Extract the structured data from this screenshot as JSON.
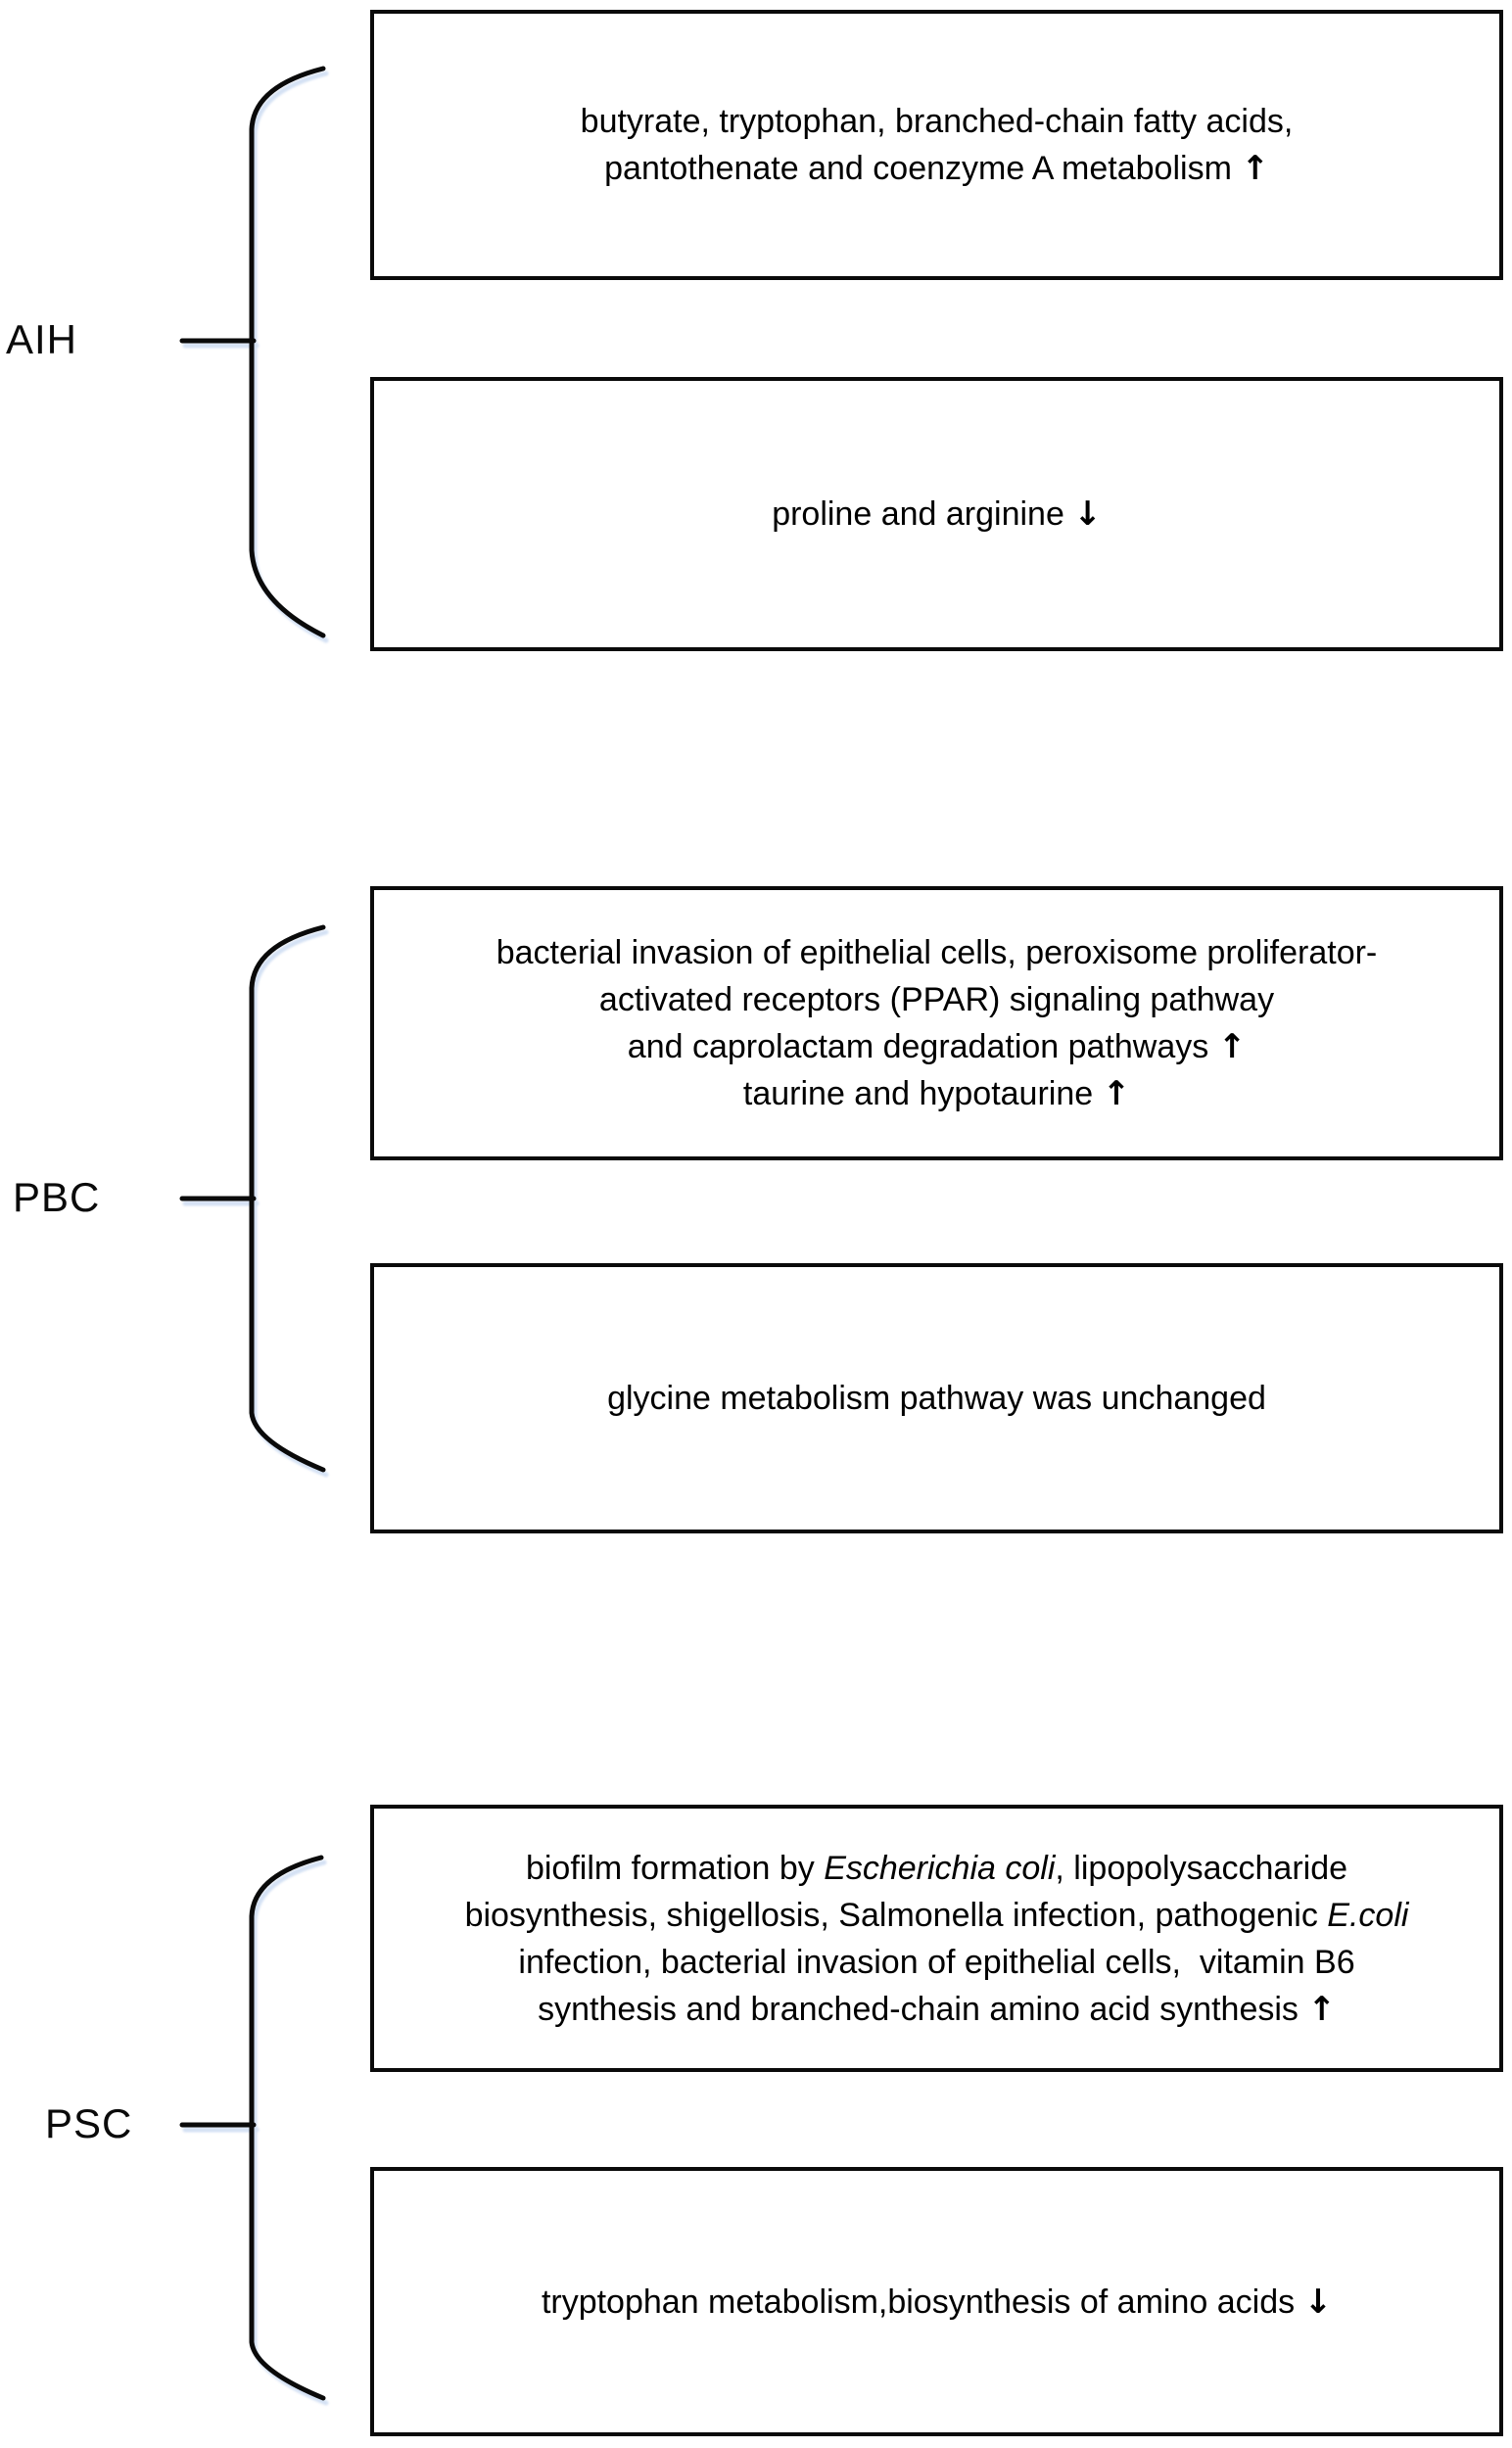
{
  "diagram": {
    "type": "grouped-pathway-summary",
    "colors": {
      "line": "#0a0a0a",
      "text": "#000000",
      "background": "#ffffff",
      "line_shadow": "#cddcf2"
    },
    "arrow_up": "↑",
    "arrow_down": "↓",
    "groups": [
      {
        "label": "AIH",
        "boxes": [
          {
            "name": "aih-upregulated",
            "direction": "increased",
            "lines": [
              [
                {
                  "t": "butyrate, tryptophan, branched-chain fatty acids,"
                }
              ],
              [
                {
                  "t": "pantothenate and coenzyme A metabolism "
                },
                {
                  "t": "↑",
                  "a": true
                }
              ]
            ]
          },
          {
            "name": "aih-downregulated",
            "direction": "decreased",
            "lines": [
              [
                {
                  "t": "proline and arginine "
                },
                {
                  "t": "↓",
                  "a": true
                }
              ]
            ]
          }
        ]
      },
      {
        "label": "PBC",
        "boxes": [
          {
            "name": "pbc-upregulated",
            "direction": "increased",
            "lines": [
              [
                {
                  "t": "bacterial invasion of epithelial cells, peroxisome proliferator-"
                }
              ],
              [
                {
                  "t": "activated receptors (PPAR) signaling pathway"
                }
              ],
              [
                {
                  "t": "and caprolactam degradation pathways "
                },
                {
                  "t": "↑",
                  "a": true
                }
              ],
              [
                {
                  "t": "taurine and hypotaurine "
                },
                {
                  "t": "↑",
                  "a": true
                }
              ]
            ]
          },
          {
            "name": "pbc-unchanged",
            "direction": "unchanged",
            "lines": [
              [
                {
                  "t": "glycine metabolism pathway was unchanged"
                }
              ]
            ]
          }
        ]
      },
      {
        "label": "PSC",
        "boxes": [
          {
            "name": "psc-upregulated",
            "direction": "increased",
            "lines": [
              [
                {
                  "t": "biofilm formation by "
                },
                {
                  "t": "Escherichia coli",
                  "i": true
                },
                {
                  "t": ", lipopolysaccharide"
                }
              ],
              [
                {
                  "t": "biosynthesis, shigellosis, Salmonella infection, pathogenic "
                },
                {
                  "t": "E.coli",
                  "i": true
                }
              ],
              [
                {
                  "t": "infection, bacterial invasion of epithelial cells,  vitamin B6"
                }
              ],
              [
                {
                  "t": "synthesis and branched-chain amino acid synthesis "
                },
                {
                  "t": "↑",
                  "a": true
                }
              ]
            ]
          },
          {
            "name": "psc-downregulated",
            "direction": "decreased",
            "lines": [
              [
                {
                  "t": "tryptophan metabolism,biosynthesis of amino acids "
                },
                {
                  "t": "↓",
                  "a": true
                }
              ]
            ]
          }
        ]
      }
    ]
  }
}
